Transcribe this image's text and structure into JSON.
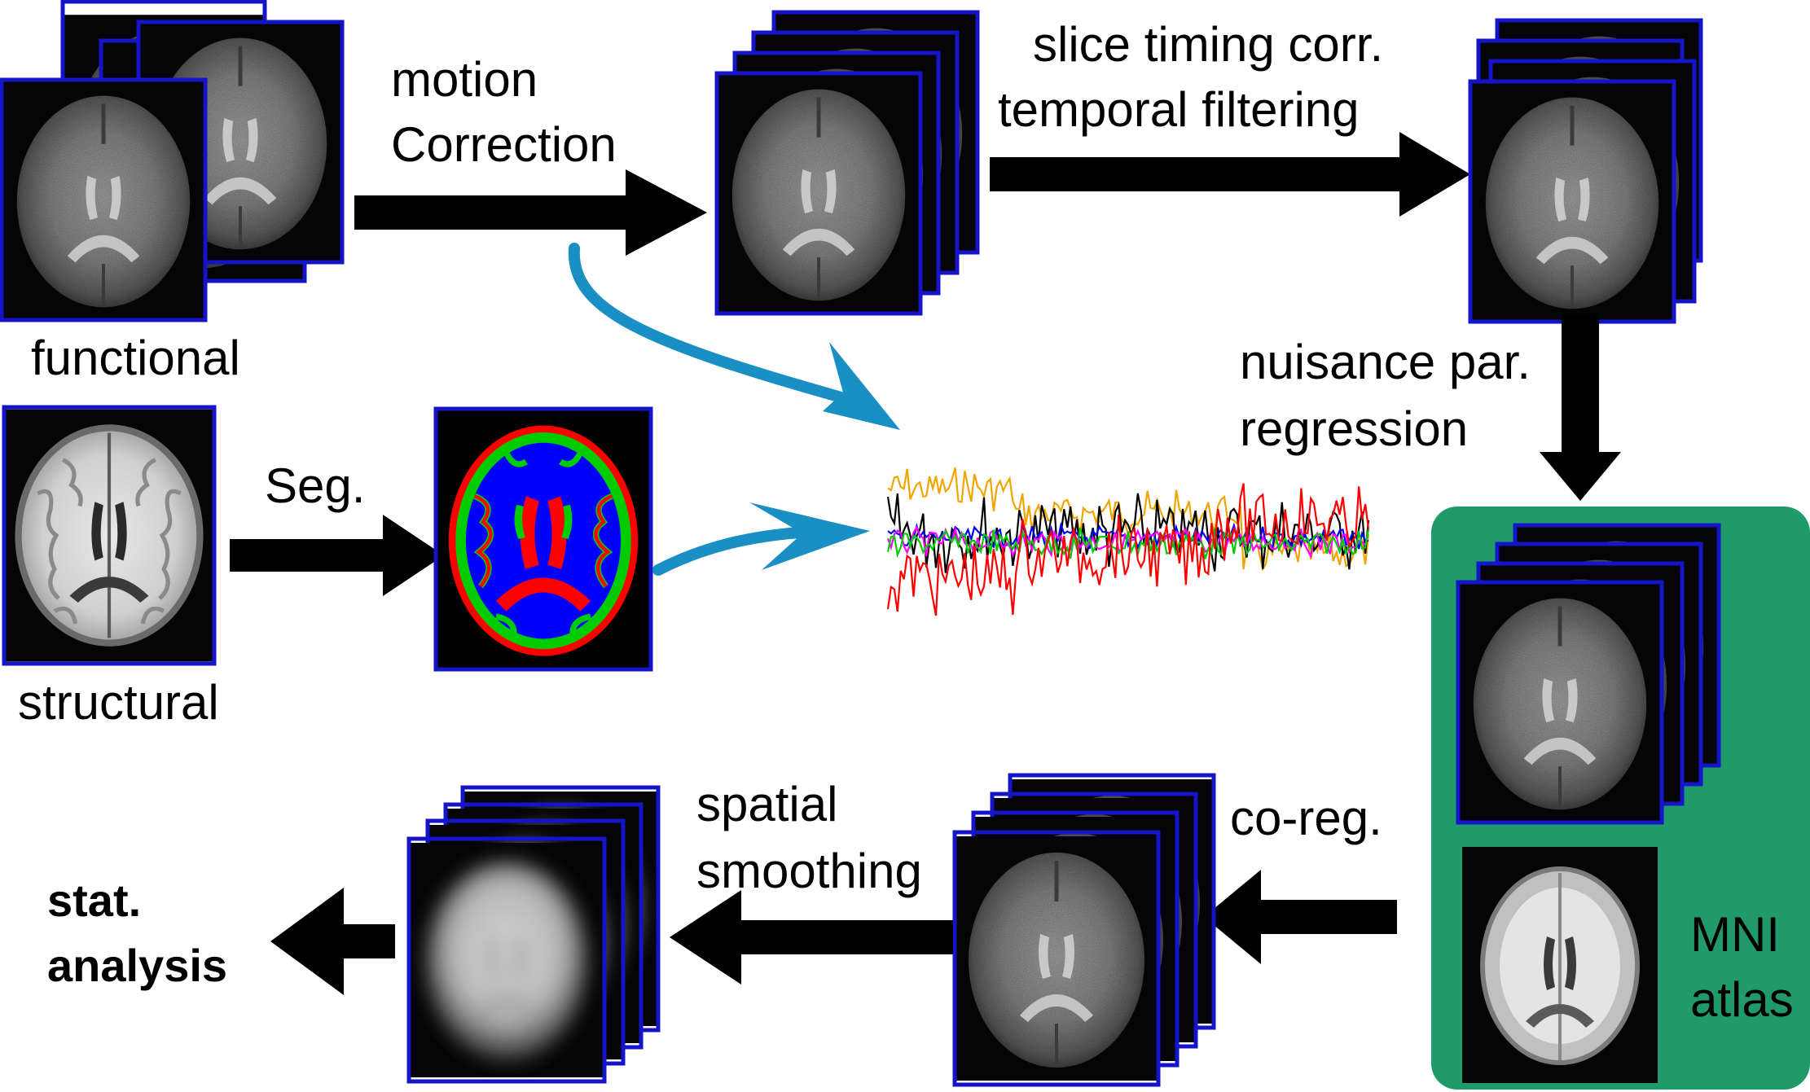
{
  "labels": {
    "functional": "functional",
    "structural": "structural",
    "motion_line1": "motion",
    "motion_line2": "Correction",
    "slice_line1": "slice timing corr.",
    "slice_line2": "temporal filtering",
    "nuisance_line1": "nuisance par.",
    "nuisance_line2": "regression",
    "seg": "Seg.",
    "coreg": "co-reg.",
    "spatial_line1": "spatial",
    "spatial_line2": "smoothing",
    "stat_line1": "stat.",
    "stat_line2": "analysis",
    "mni_line1": "MNI",
    "mni_line2": "atlas"
  },
  "colors": {
    "frame_border": "#1414c8",
    "atlas_panel": "#1f9a68",
    "flow_arrow": "#000000",
    "motion_arrow": "#1a8fc4",
    "trace_colors": [
      "#f0a500",
      "#000000",
      "#0000ff",
      "#ff00ff",
      "#00cc00",
      "#ff0000"
    ]
  },
  "segmentation_colors": {
    "white_matter": "#0000ff",
    "gray_matter": "#00cc00",
    "csf": "#ff0000"
  }
}
